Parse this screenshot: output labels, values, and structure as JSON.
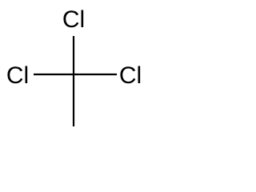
{
  "molecule": {
    "atoms": {
      "top": "Cl",
      "left": "Cl",
      "right": "Cl"
    },
    "line_color": "#000000",
    "background": "#ffffff"
  }
}
